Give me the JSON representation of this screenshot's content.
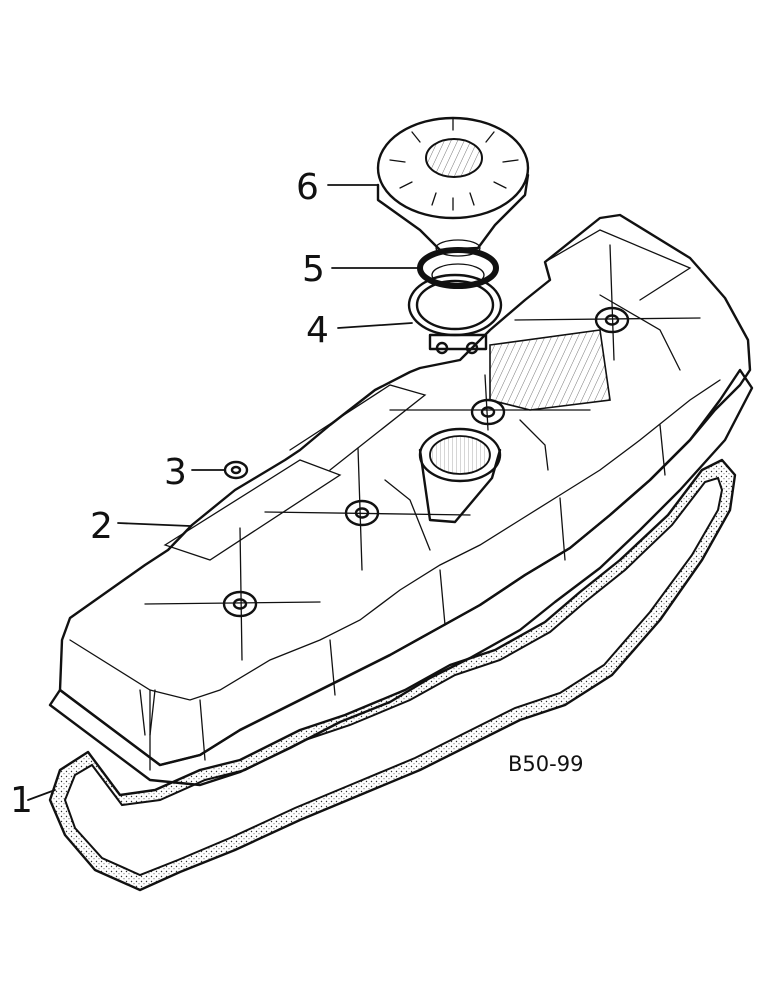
{
  "figure_code": "B50-99",
  "callouts": [
    {
      "number": "1",
      "part": "gasket"
    },
    {
      "number": "2",
      "part": "rocker cover"
    },
    {
      "number": "3",
      "part": "washer"
    },
    {
      "number": "4",
      "part": "clamp"
    },
    {
      "number": "5",
      "part": "o-ring"
    },
    {
      "number": "6",
      "part": "filler cap"
    }
  ],
  "colors": {
    "ink": "#111111",
    "paper": "#ffffff"
  }
}
